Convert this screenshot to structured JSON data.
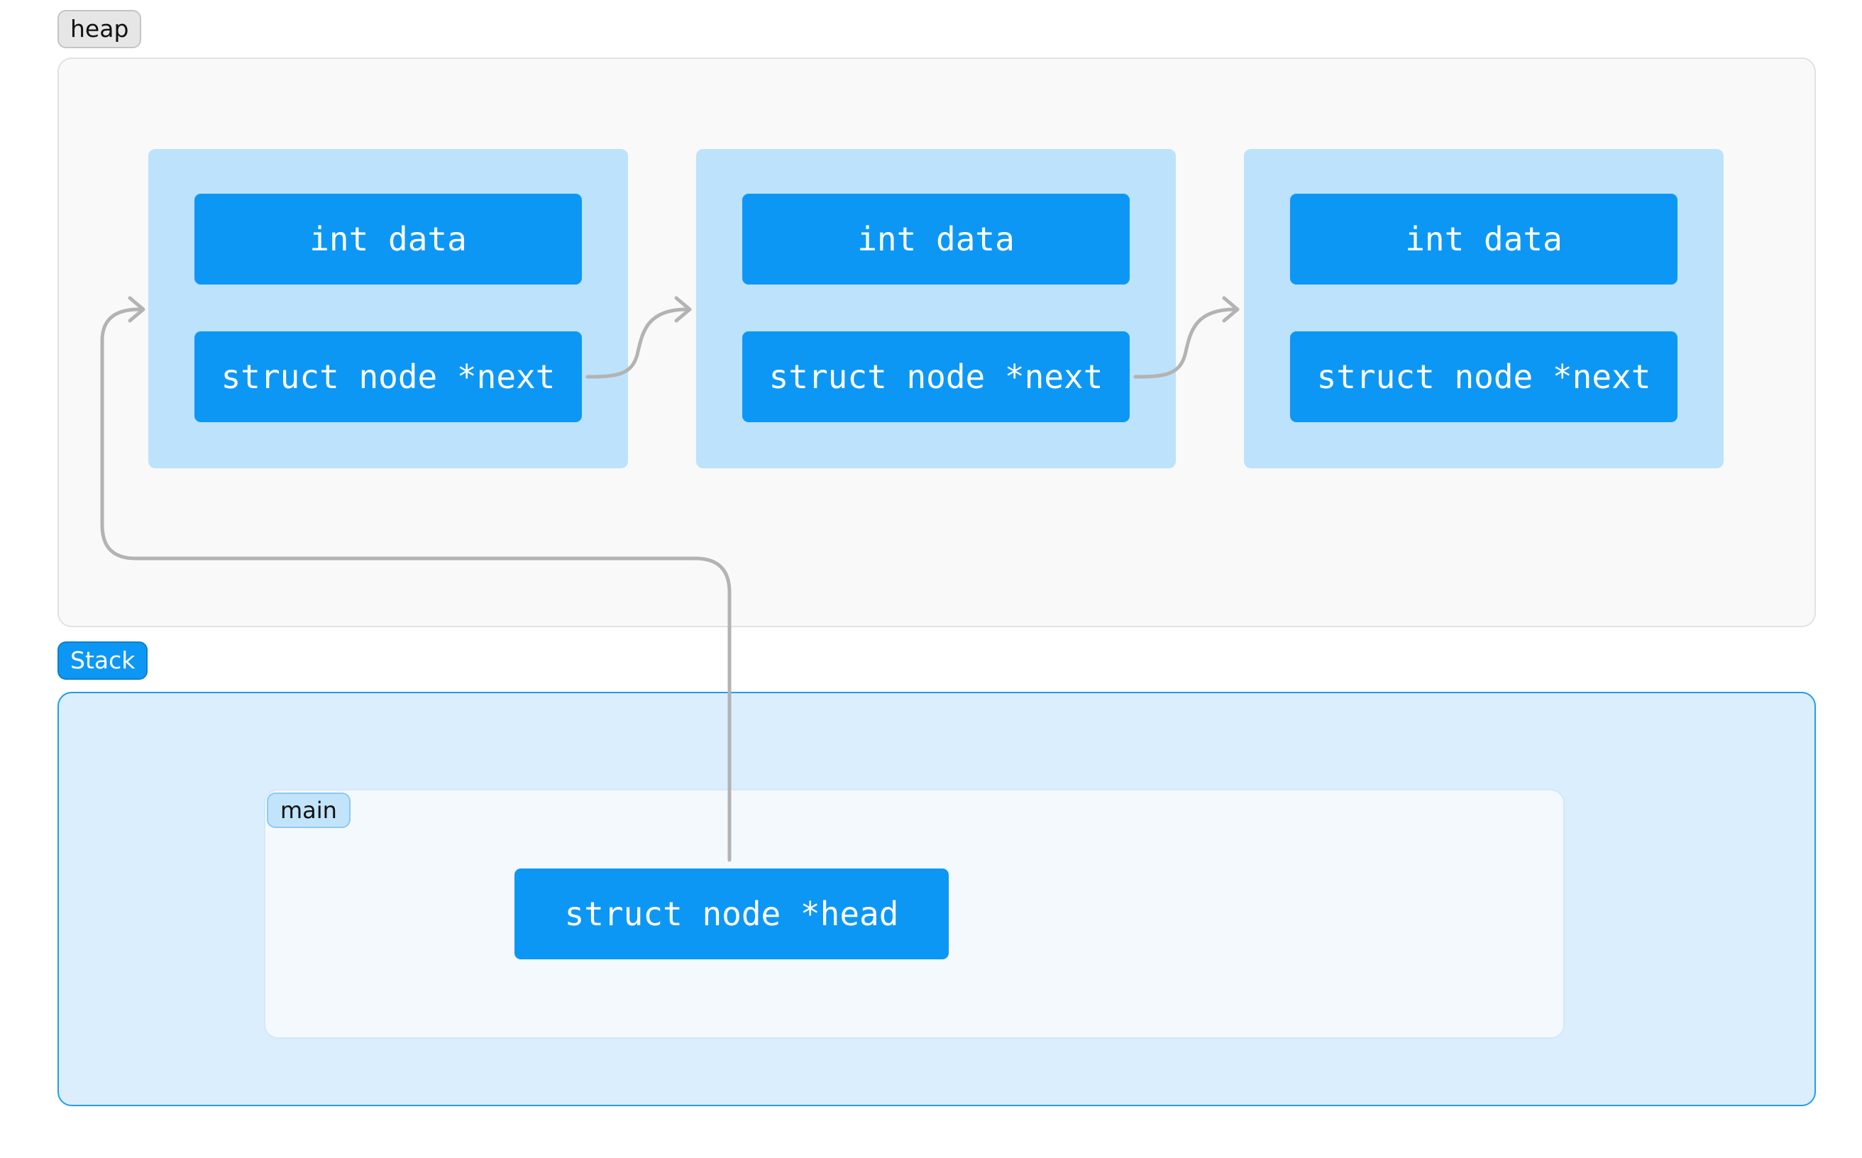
{
  "regions": {
    "heap_label": "heap",
    "stack_label": "Stack",
    "frame_label": "main"
  },
  "nodes": [
    {
      "data_field": "int data",
      "next_field": "struct node *next"
    },
    {
      "data_field": "int data",
      "next_field": "struct node *next"
    },
    {
      "data_field": "int data",
      "next_field": "struct node *next"
    }
  ],
  "stack_vars": {
    "head": "struct node *head"
  },
  "colors": {
    "field_fill": "#0d97f5",
    "node_fill": "#bde2fb",
    "heap_fill": "#f9f9f9",
    "stack_fill": "#dbeefd",
    "arrow": "#b3b3b3"
  }
}
